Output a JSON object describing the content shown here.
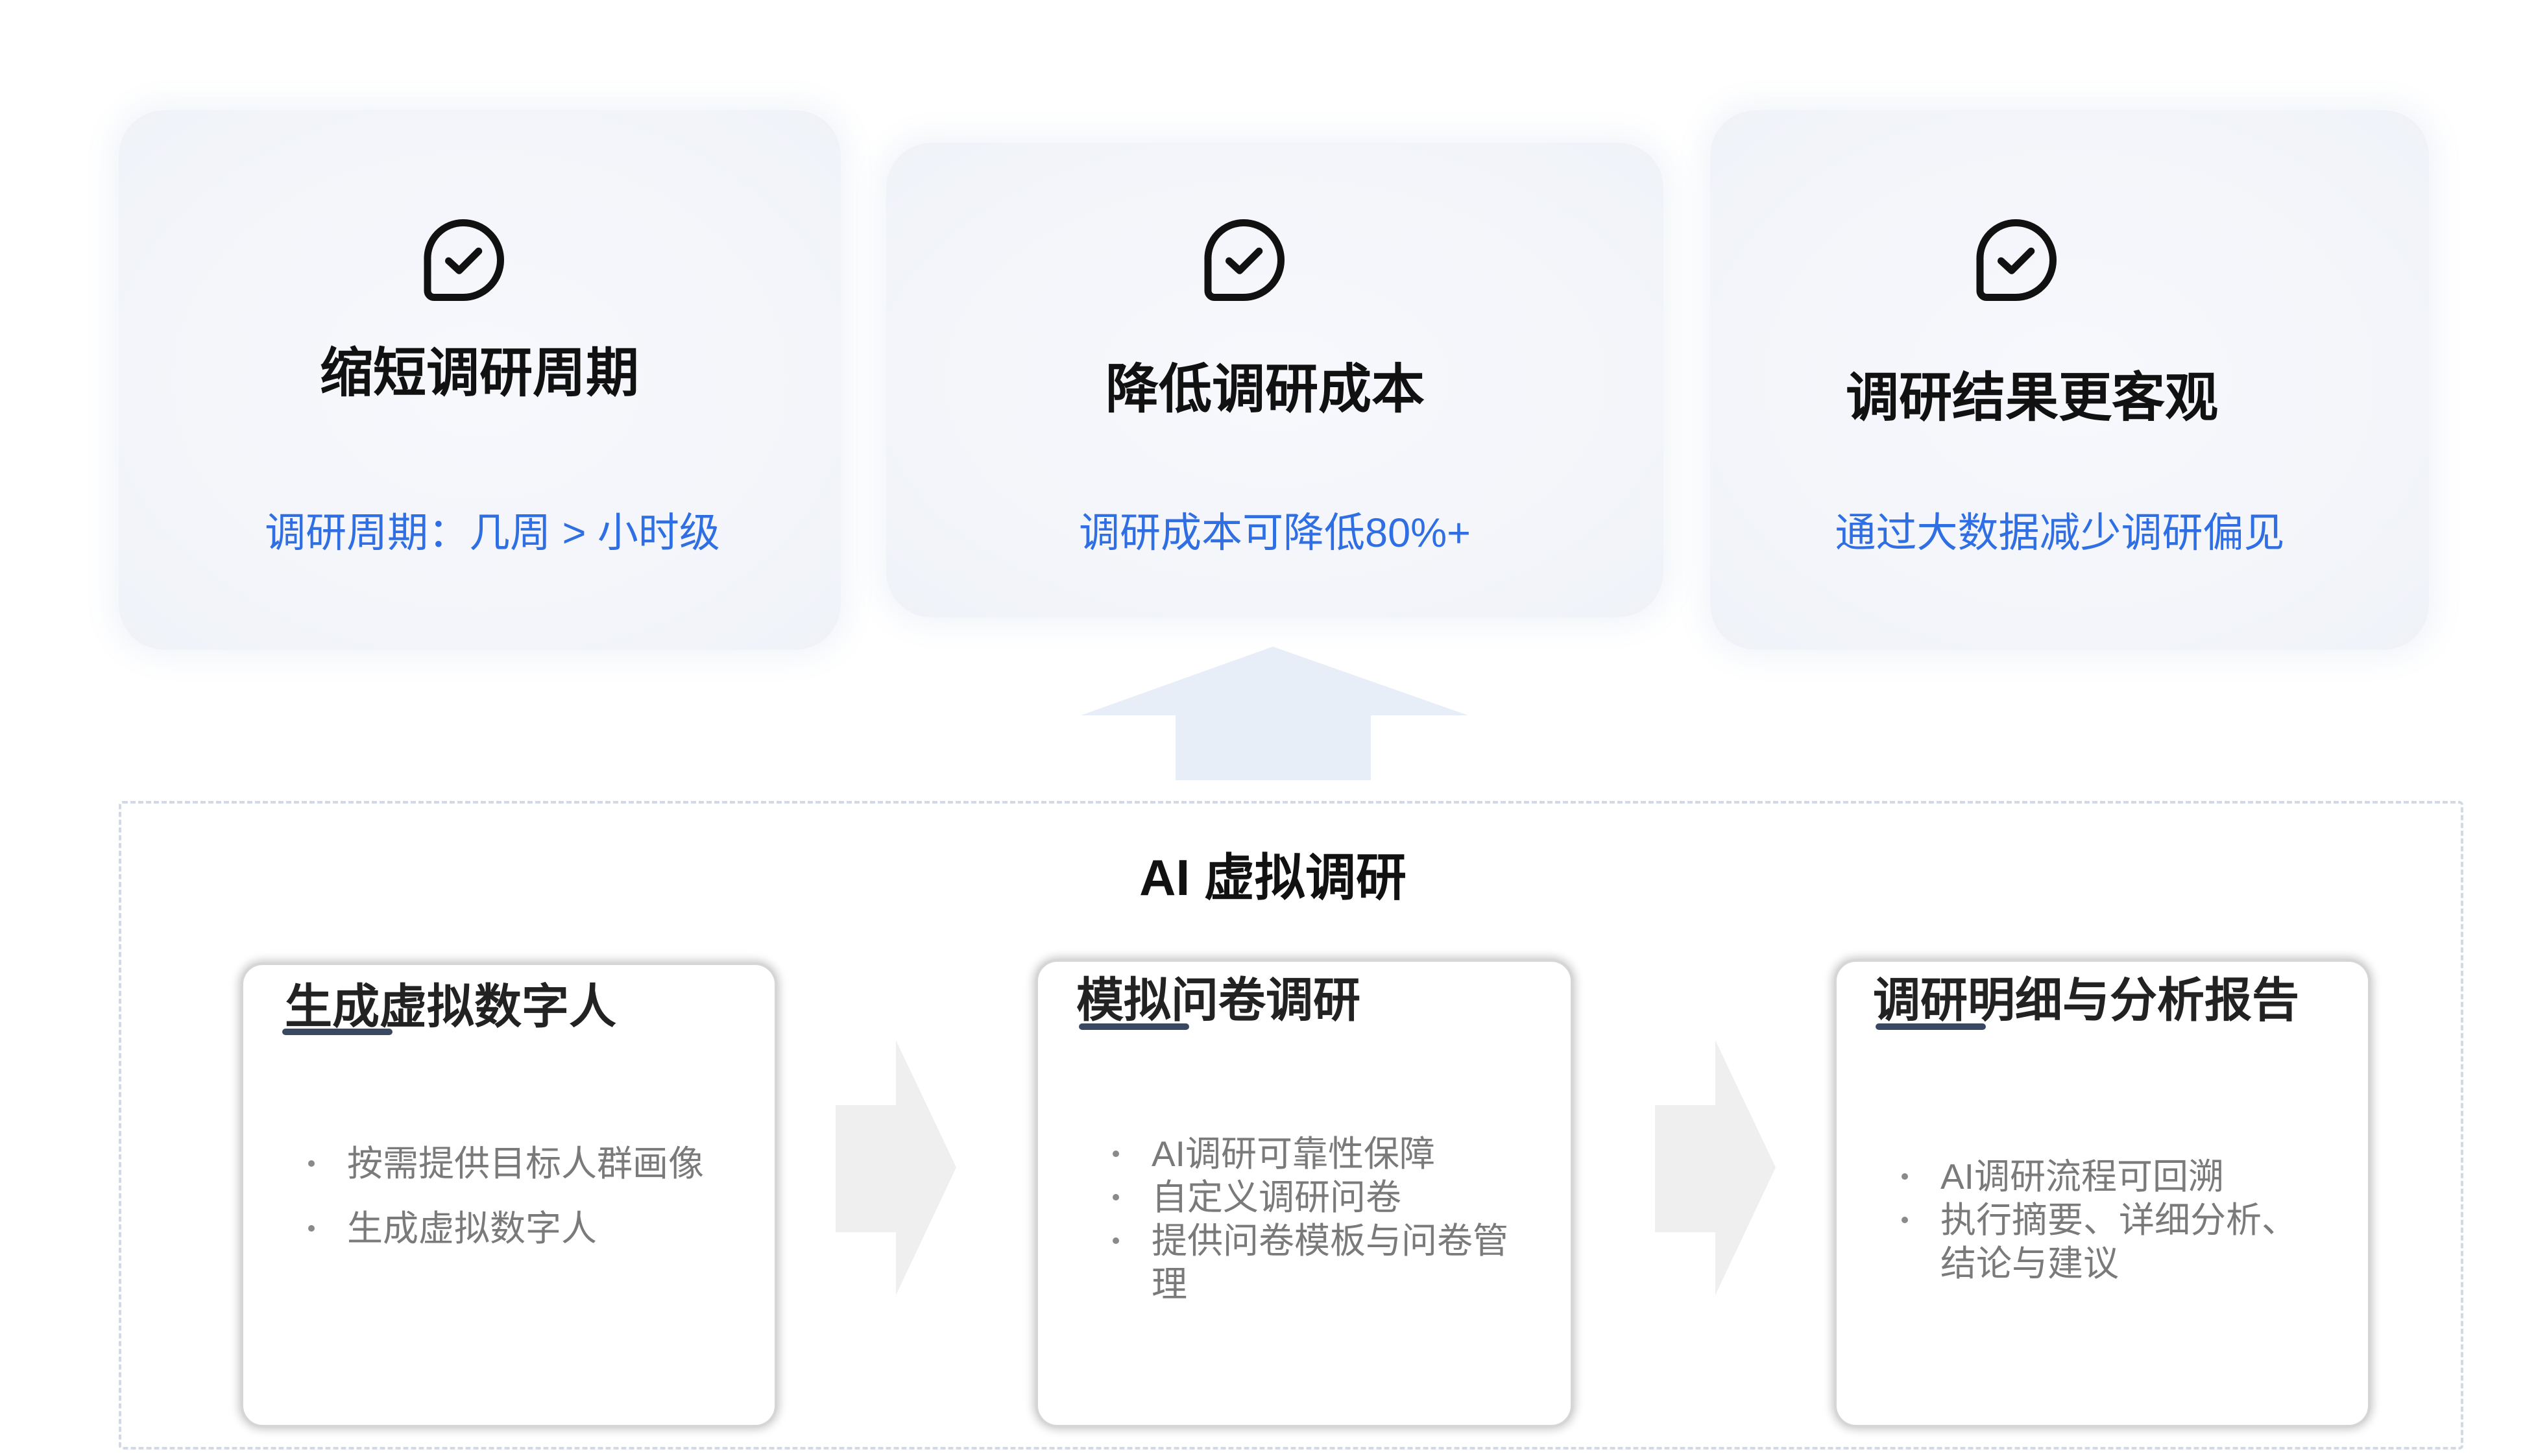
{
  "benefits": [
    {
      "title": "缩短调研周期",
      "subtitle": "调研周期：几周 > 小时级",
      "icon": "chat-check-icon"
    },
    {
      "title": "降低调研成本",
      "subtitle": "调研成本可降低80%+",
      "icon": "chat-check-icon"
    },
    {
      "title": "调研结果更客观",
      "subtitle": "通过大数据减少调研偏见",
      "icon": "chat-check-icon"
    }
  ],
  "section": {
    "title": "AI 虚拟调研"
  },
  "steps": [
    {
      "title": "生成虚拟数字人",
      "bullets": [
        "按需提供目标人群画像",
        "生成虚拟数字人"
      ]
    },
    {
      "title": "模拟问卷调研",
      "bullets": [
        "AI调研可靠性保障",
        "自定义调研问卷",
        "提供问卷模板与问卷管理"
      ]
    },
    {
      "title": "调研明细与分析报告",
      "bullets": [
        "AI调研流程可回溯",
        "执行摘要、详细分析、结论与建议"
      ]
    }
  ],
  "icons": {
    "flow_up": "arrow-up-icon",
    "flow_right": "arrow-right-icon"
  },
  "colors": {
    "accent": "#2f6fe3",
    "card_bg": "#f3f5fa",
    "title": "#111111",
    "muted": "#7a7a7a",
    "arrow_up": "#e8eef8",
    "arrow_right": "#efefef",
    "underline": "#3b4861",
    "dash": "#d3d9e4"
  }
}
